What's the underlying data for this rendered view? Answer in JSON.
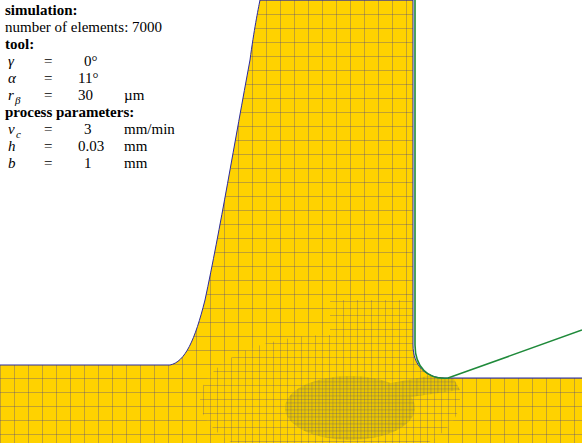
{
  "diagram": {
    "labels": [
      "simulation:",
      "number of elements: 7000",
      "tool:",
      "γ",
      "=",
      "0°",
      "α",
      "=",
      "11°",
      "r",
      "β",
      "=",
      "30",
      "µm",
      "process parameters:",
      "v",
      "c",
      "=",
      "3",
      "mm/min",
      "h",
      "=",
      "0.03",
      "mm",
      "b",
      "=",
      "1",
      "mm"
    ]
  }
}
